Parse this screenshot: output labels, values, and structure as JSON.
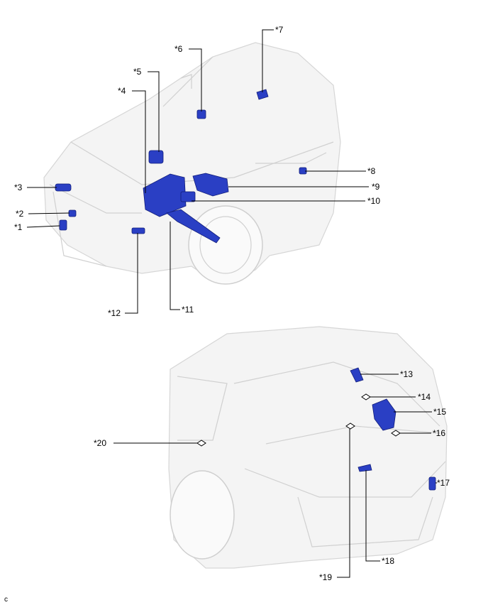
{
  "callouts": [
    "*1",
    "*2",
    "*3",
    "*4",
    "*5",
    "*6",
    "*7",
    "*8",
    "*9",
    "*10",
    "*11",
    "*12",
    "*13",
    "*14",
    "*15",
    "*16",
    "*17",
    "*18",
    "*19",
    "*20"
  ],
  "figure_code": "c"
}
